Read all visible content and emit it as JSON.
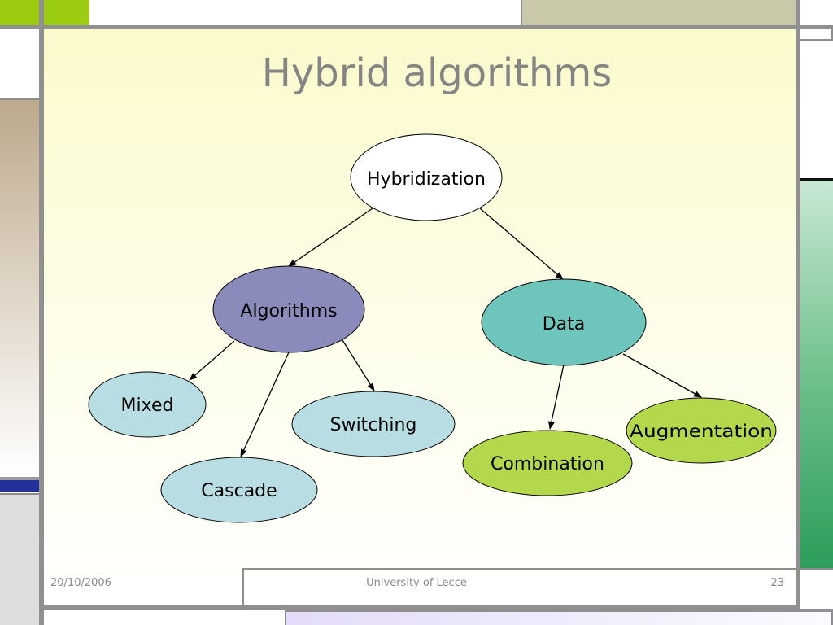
{
  "slide": {
    "title": "Hybrid algorithms",
    "footer": {
      "date": "20/10/2006",
      "organization": "University of Lecce",
      "page_number": "23"
    }
  },
  "colors": {
    "algorithms": "#8a8abb",
    "data": "#6dc5bc",
    "algorithm_children": "#b8dee4",
    "data_children": "#b4d84c",
    "root": "#ffffff"
  },
  "diagram": {
    "nodes": {
      "hybridization": "Hybridization",
      "algorithms": "Algorithms",
      "data": "Data",
      "mixed": "Mixed",
      "switching": "Switching",
      "cascade": "Cascade",
      "combination": "Combination",
      "augmentation": "Augmentation"
    },
    "edges": [
      [
        "hybridization",
        "algorithms"
      ],
      [
        "hybridization",
        "data"
      ],
      [
        "algorithms",
        "mixed"
      ],
      [
        "algorithms",
        "switching"
      ],
      [
        "algorithms",
        "cascade"
      ],
      [
        "data",
        "combination"
      ],
      [
        "data",
        "augmentation"
      ]
    ]
  }
}
